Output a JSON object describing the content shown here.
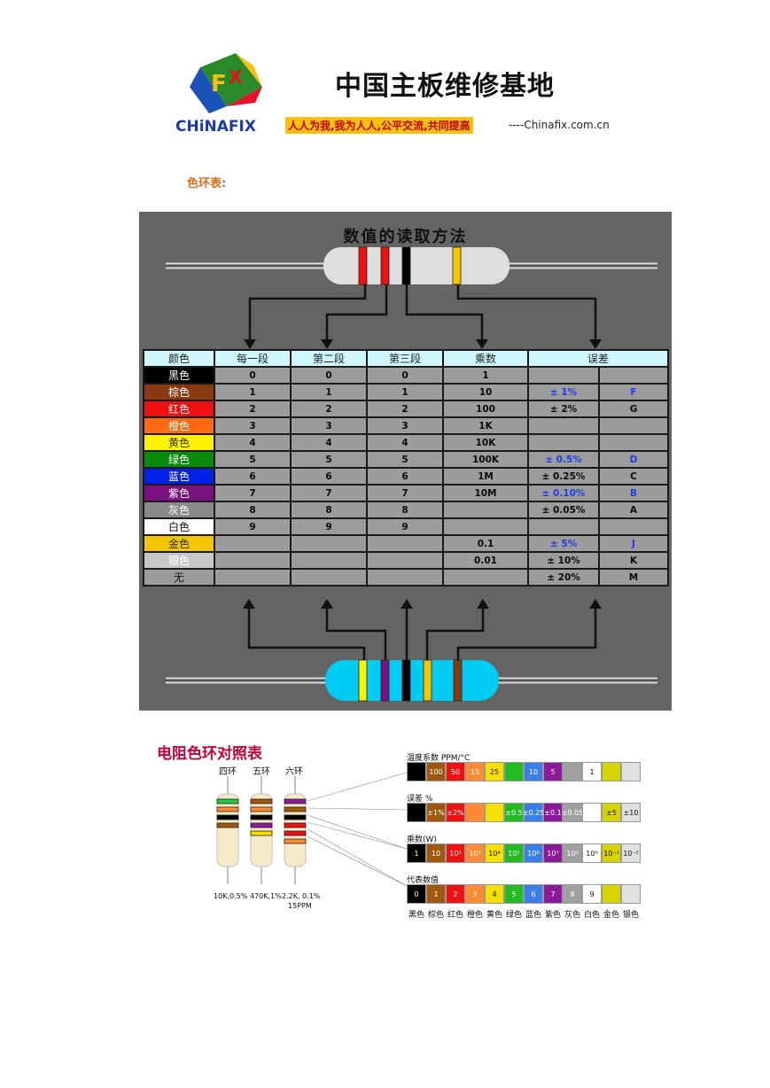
{
  "header": {
    "title": "中国主板维修基地",
    "logo_text": "CHiNAFIX",
    "slogan": "人人为我,我为人人,公平交流,共同提高",
    "url": "----Chinafix.com.cn"
  },
  "section_label": "色环表:",
  "panel1": {
    "title": "数值的读取方法",
    "headers": [
      "颜色",
      "每一段",
      "第二段",
      "第三段",
      "乘数",
      "误差"
    ],
    "rows": [
      {
        "name": "黑色",
        "color": "#000000",
        "text": "#ffffff",
        "d1": "0",
        "d2": "0",
        "d3": "0",
        "mult": "1",
        "tol": "",
        "code": "",
        "blue": false
      },
      {
        "name": "棕色",
        "color": "#8b3a0f",
        "text": "#ffffff",
        "d1": "1",
        "d2": "1",
        "d3": "1",
        "mult": "10",
        "tol": "± 1%",
        "code": "F",
        "blue": true
      },
      {
        "name": "红色",
        "color": "#ee1111",
        "text": "#ffffff",
        "d1": "2",
        "d2": "2",
        "d3": "2",
        "mult": "100",
        "tol": "± 2%",
        "code": "G",
        "blue": false
      },
      {
        "name": "橙色",
        "color": "#ff6a13",
        "text": "#ffffff",
        "d1": "3",
        "d2": "3",
        "d3": "3",
        "mult": "1K",
        "tol": "",
        "code": "",
        "blue": false
      },
      {
        "name": "黄色",
        "color": "#fff200",
        "text": "#333333",
        "d1": "4",
        "d2": "4",
        "d3": "4",
        "mult": "10K",
        "tol": "",
        "code": "",
        "blue": false
      },
      {
        "name": "绿色",
        "color": "#0a8a0a",
        "text": "#ffffff",
        "d1": "5",
        "d2": "5",
        "d3": "5",
        "mult": "100K",
        "tol": "± 0.5%",
        "code": "D",
        "blue": true
      },
      {
        "name": "蓝色",
        "color": "#0021e8",
        "text": "#ffffff",
        "d1": "6",
        "d2": "6",
        "d3": "6",
        "mult": "1M",
        "tol": "± 0.25%",
        "code": "C",
        "blue": false
      },
      {
        "name": "紫色",
        "color": "#7a1180",
        "text": "#ffffff",
        "d1": "7",
        "d2": "7",
        "d3": "7",
        "mult": "10M",
        "tol": "± 0.10%",
        "code": "B",
        "blue": true
      },
      {
        "name": "灰色",
        "color": "#8a8a8a",
        "text": "#ffffff",
        "d1": "8",
        "d2": "8",
        "d3": "8",
        "mult": "",
        "tol": "± 0.05%",
        "code": "A",
        "blue": false
      },
      {
        "name": "白色",
        "color": "#ffffff",
        "text": "#111111",
        "d1": "9",
        "d2": "9",
        "d3": "9",
        "mult": "",
        "tol": "",
        "code": "",
        "blue": false
      },
      {
        "name": "金色",
        "color": "#f2c700",
        "text": "#333333",
        "d1": "",
        "d2": "",
        "d3": "",
        "mult": "0.1",
        "tol": "± 5%",
        "code": "J",
        "blue": true
      },
      {
        "name": "银色",
        "color": "#c8c8c8",
        "text": "#ffffff",
        "d1": "",
        "d2": "",
        "d3": "",
        "mult": "0.01",
        "tol": "± 10%",
        "code": "K",
        "blue": false
      },
      {
        "name": "无",
        "color": "#9c9c9c",
        "text": "#111111",
        "d1": "",
        "d2": "",
        "d3": "",
        "mult": "",
        "tol": "± 20%",
        "code": "M",
        "blue": false
      }
    ],
    "top_resistor_bands": [
      "#ee1111",
      "#ee1111",
      "#000000",
      "#f2c700"
    ],
    "bottom_resistor_bands": [
      "#fff200",
      "#7a1180",
      "#000000",
      "#f2c700",
      "#8b3a0f"
    ]
  },
  "panel2": {
    "title": "电阻色环对照表",
    "resistor_labels": [
      "四环",
      "五环",
      "六环"
    ],
    "values_text": [
      "10K,0.5%",
      "470K,1%",
      "2.2K, 0.1%",
      "15PPM"
    ],
    "temp_label": "温度系数 PPM/°C",
    "temp": [
      {
        "c": "#000000",
        "t": ""
      },
      {
        "c": "#a0580f",
        "t": "100"
      },
      {
        "c": "#ee1111",
        "t": "50"
      },
      {
        "c": "#ff8a33",
        "t": "15"
      },
      {
        "c": "#f7e000",
        "t": "25"
      },
      {
        "c": "#22bb22",
        "t": ""
      },
      {
        "c": "#3a7ee8",
        "t": "10"
      },
      {
        "c": "#8a1a9a",
        "t": "5"
      },
      {
        "c": "#a0a0a0",
        "t": ""
      },
      {
        "c": "#ffffff",
        "t": "1"
      },
      {
        "c": "#d4d400",
        "t": ""
      },
      {
        "c": "#e0e0e0",
        "t": ""
      }
    ],
    "tol_label": "误差 %",
    "tol": [
      {
        "c": "#000000",
        "t": ""
      },
      {
        "c": "#a0580f",
        "t": "±1%"
      },
      {
        "c": "#ee1111",
        "t": "±2%"
      },
      {
        "c": "#ff8a33",
        "t": ""
      },
      {
        "c": "#f7e000",
        "t": ""
      },
      {
        "c": "#22bb22",
        "t": "±0.5"
      },
      {
        "c": "#3a7ee8",
        "t": "±0.25"
      },
      {
        "c": "#8a1a9a",
        "t": "±0.1"
      },
      {
        "c": "#a0a0a0",
        "t": "±0.05"
      },
      {
        "c": "#ffffff",
        "t": ""
      },
      {
        "c": "#d4d400",
        "t": "±5"
      },
      {
        "c": "#e0e0e0",
        "t": "±10"
      }
    ],
    "mult_label": "乘数(W)",
    "mult": [
      {
        "c": "#000000",
        "t": "1"
      },
      {
        "c": "#a0580f",
        "t": "10"
      },
      {
        "c": "#ee1111",
        "t": "10²"
      },
      {
        "c": "#ff8a33",
        "t": "10³"
      },
      {
        "c": "#f7e000",
        "t": "10⁴"
      },
      {
        "c": "#22bb22",
        "t": "10⁵"
      },
      {
        "c": "#3a7ee8",
        "t": "10⁶"
      },
      {
        "c": "#8a1a9a",
        "t": "10⁷"
      },
      {
        "c": "#a0a0a0",
        "t": "10⁸"
      },
      {
        "c": "#ffffff",
        "t": "10⁹"
      },
      {
        "c": "#d4d400",
        "t": "10⁻¹"
      },
      {
        "c": "#e0e0e0",
        "t": "10⁻²"
      }
    ],
    "digit_label": "代表数值",
    "digit": [
      {
        "c": "#000000",
        "t": "0"
      },
      {
        "c": "#a0580f",
        "t": "1"
      },
      {
        "c": "#ee1111",
        "t": "2"
      },
      {
        "c": "#ff8a33",
        "t": "3"
      },
      {
        "c": "#f7e000",
        "t": "4"
      },
      {
        "c": "#22bb22",
        "t": "5"
      },
      {
        "c": "#3a7ee8",
        "t": "6"
      },
      {
        "c": "#8a1a9a",
        "t": "7"
      },
      {
        "c": "#a0a0a0",
        "t": "8"
      },
      {
        "c": "#ffffff",
        "t": "9"
      },
      {
        "c": "#d4d400",
        "t": ""
      },
      {
        "c": "#e0e0e0",
        "t": ""
      }
    ],
    "names": [
      "黑色",
      "棕色",
      "红色",
      "橙色",
      "黄色",
      "绿色",
      "蓝色",
      "紫色",
      "灰色",
      "白色",
      "金色",
      "银色"
    ],
    "ring_colors": {
      "four": [
        "#22cc44",
        "#ff8a33",
        "#000000",
        "#a0580f"
      ],
      "five": [
        "#a0580f",
        "#ff8a33",
        "#000000",
        "#8a1a9a",
        "#f7e000"
      ],
      "six": [
        "#8a1a9a",
        "#a0580f",
        "#000000",
        "#ee1111",
        "#ee1111",
        "#ff8a33"
      ]
    }
  }
}
